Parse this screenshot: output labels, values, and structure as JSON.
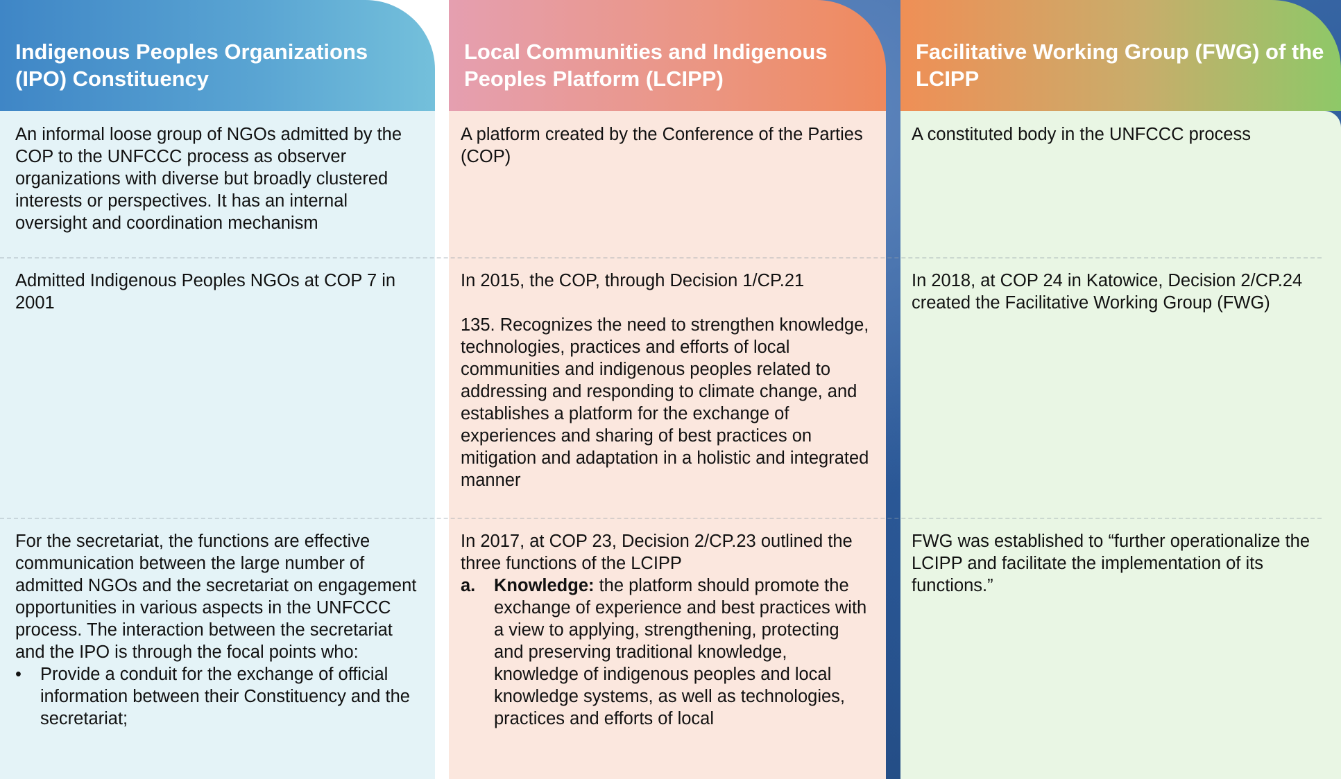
{
  "columns": {
    "ipo": {
      "title": "Indigenous Peoples Organizations (IPO) Constituency",
      "row1": "An informal loose group of NGOs admitted by the COP to the UNFCCC process as observer organizations with diverse but broadly clustered interests or perspectives. It has an internal oversight and coordination mechanism",
      "row2": "Admitted Indigenous Peoples NGOs at COP 7 in 2001",
      "row3_intro": "For the secretariat, the functions are effective communication between the large number of admitted NGOs and the secretariat on engagement opportunities in various aspects in the UNFCCC process. The interaction between the secretariat and the IPO is through the focal points who:",
      "row3_bullets": [
        {
          "marker": "•",
          "text": "Provide a conduit for the exchange of official information between their Constituency and the secretariat;"
        }
      ]
    },
    "lcipp": {
      "title": "Local Communities and Indigenous Peoples Platform (LCIPP)",
      "row1": "A platform created by the Conference of the Parties (COP)",
      "row2_intro": "In 2015, the COP, through Decision 1/CP.21",
      "row2_para": "135.  Recognizes the need to strengthen knowledge, technologies, practices and efforts of local communities and indigenous peoples related to addressing and responding to climate change, and establishes a platform for the exchange of experiences and sharing of best practices on mitigation and adaptation in a holistic and integrated manner",
      "row3_intro": "In 2017, at COP 23, Decision 2/CP.23 outlined the three functions of the LCIPP",
      "row3_items": [
        {
          "marker": "a.",
          "term": "Knowledge:",
          "text": " the platform should promote the exchange of experience and best practices with a view to applying, strengthening, protecting and preserving traditional knowledge, knowledge of indigenous peoples and local knowledge systems, as well as technologies, practices and efforts of local"
        }
      ]
    },
    "fwg": {
      "title": "Facilitative Working Group (FWG) of the LCIPP",
      "row1": "A constituted body in the UNFCCC process",
      "row2": "In 2018, at COP 24 in Katowice, Decision 2/CP.24 created the Facilitative Working Group (FWG)",
      "row3": "FWG was established to “further operationalize the LCIPP and facilitate the implementation of its functions.”"
    }
  }
}
